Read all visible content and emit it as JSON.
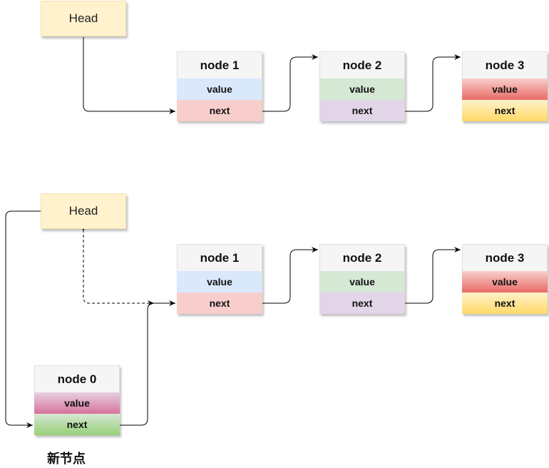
{
  "diagram_before": {
    "head_label": "Head",
    "nodes": [
      {
        "title": "node 1",
        "value": "value",
        "next": "next"
      },
      {
        "title": "node 2",
        "value": "value",
        "next": "next"
      },
      {
        "title": "node 3",
        "value": "value",
        "next": "next"
      }
    ]
  },
  "diagram_after": {
    "head_label": "Head",
    "nodes": [
      {
        "title": "node 1",
        "value": "value",
        "next": "next"
      },
      {
        "title": "node 2",
        "value": "value",
        "next": "next"
      },
      {
        "title": "node 3",
        "value": "value",
        "next": "next"
      }
    ],
    "new_node": {
      "title": "node 0",
      "value": "value",
      "next": "next"
    },
    "new_node_caption": "新节点"
  },
  "colors": {
    "head_fill": "#fff2cc",
    "node1_value": "#dae8fc",
    "node1_next": "#f8cecc",
    "node2_value": "#d5e8d4",
    "node2_next": "#e1d5e7",
    "node3_value": "#ea6b66",
    "node3_next": "#ffd966",
    "node0_value": "#d5739d",
    "node0_next": "#97d077",
    "edge": "#000000"
  }
}
